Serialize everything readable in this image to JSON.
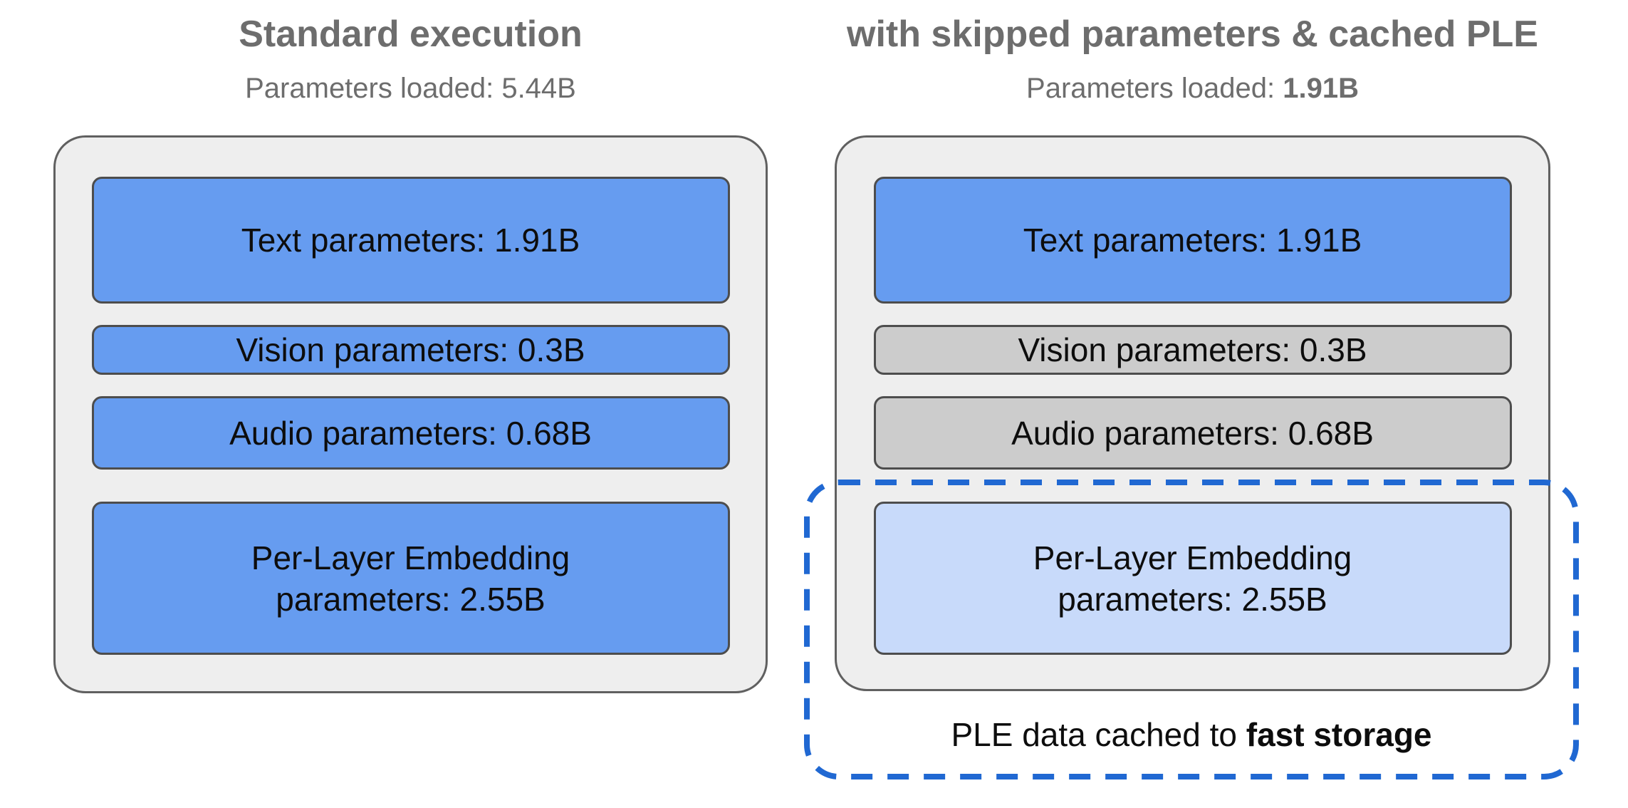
{
  "colors": {
    "box_blue": "#669cf0",
    "box_gray": "#cccccc",
    "box_light_blue": "#c8dafa",
    "container_gray": "#eeeeee",
    "container_border": "#606060",
    "dash_blue": "#2068d2",
    "heading_gray": "#6d6d6d",
    "text_black": "#0d0d0d"
  },
  "left_panel": {
    "title": "Standard execution",
    "subtitle": "Parameters loaded: 5.44B",
    "boxes": [
      {
        "key": "text",
        "state": "loaded",
        "label": "Text parameters: 1.91B"
      },
      {
        "key": "vision",
        "state": "loaded",
        "label": "Vision parameters: 0.3B"
      },
      {
        "key": "audio",
        "state": "loaded",
        "label": "Audio parameters: 0.68B"
      },
      {
        "key": "ple",
        "state": "loaded",
        "label": "Per-Layer Embedding\nparameters: 2.55B"
      }
    ]
  },
  "right_panel": {
    "title": "with skipped parameters & cached PLE",
    "subtitle_prefix": "Parameters loaded: ",
    "subtitle_value_bold": "1.91B",
    "boxes": [
      {
        "key": "text",
        "state": "loaded",
        "label": "Text parameters: 1.91B"
      },
      {
        "key": "vision",
        "state": "skipped",
        "label": "Vision parameters: 0.3B"
      },
      {
        "key": "audio",
        "state": "skipped",
        "label": "Audio parameters: 0.68B"
      },
      {
        "key": "ple",
        "state": "cached",
        "label": "Per-Layer Embedding\nparameters: 2.55B"
      }
    ]
  },
  "cache_note": {
    "prefix": "PLE data cached to ",
    "bold": "fast storage"
  }
}
